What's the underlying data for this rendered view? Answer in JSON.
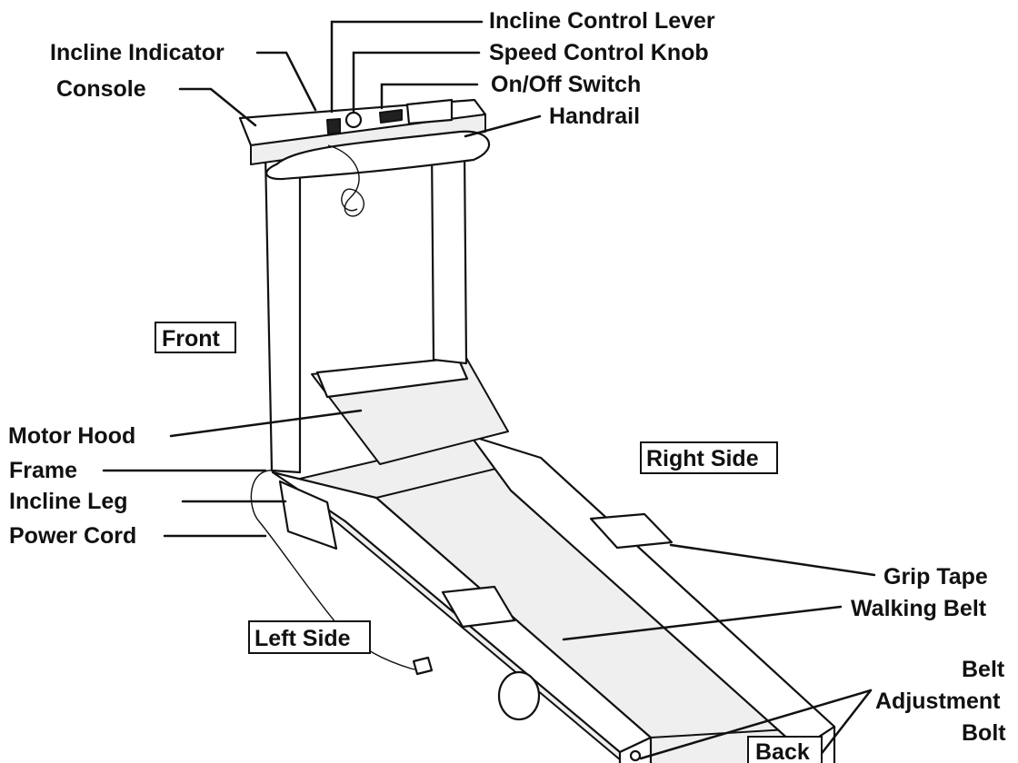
{
  "diagram": {
    "labels": {
      "incline_control_lever": "Incline Control Lever",
      "speed_control_knob": "Speed Control Knob",
      "on_off_switch": "On/Off Switch",
      "handrail": "Handrail",
      "incline_indicator": "Incline Indicator",
      "console": "Console",
      "front": "Front",
      "motor_hood": "Motor Hood",
      "frame": "Frame",
      "incline_leg": "Incline Leg",
      "power_cord": "Power Cord",
      "right_side": "Right Side",
      "grip_tape": "Grip Tape",
      "walking_belt": "Walking Belt",
      "belt_adjustment_bolt_line1": "Belt",
      "belt_adjustment_bolt_line2": "Adjustment",
      "belt_adjustment_bolt_line3": "Bolt",
      "left_side": "Left Side",
      "back": "Back"
    },
    "colors": {
      "ink": "#111111",
      "paper": "#ffffff",
      "shade": "#efefef"
    }
  }
}
